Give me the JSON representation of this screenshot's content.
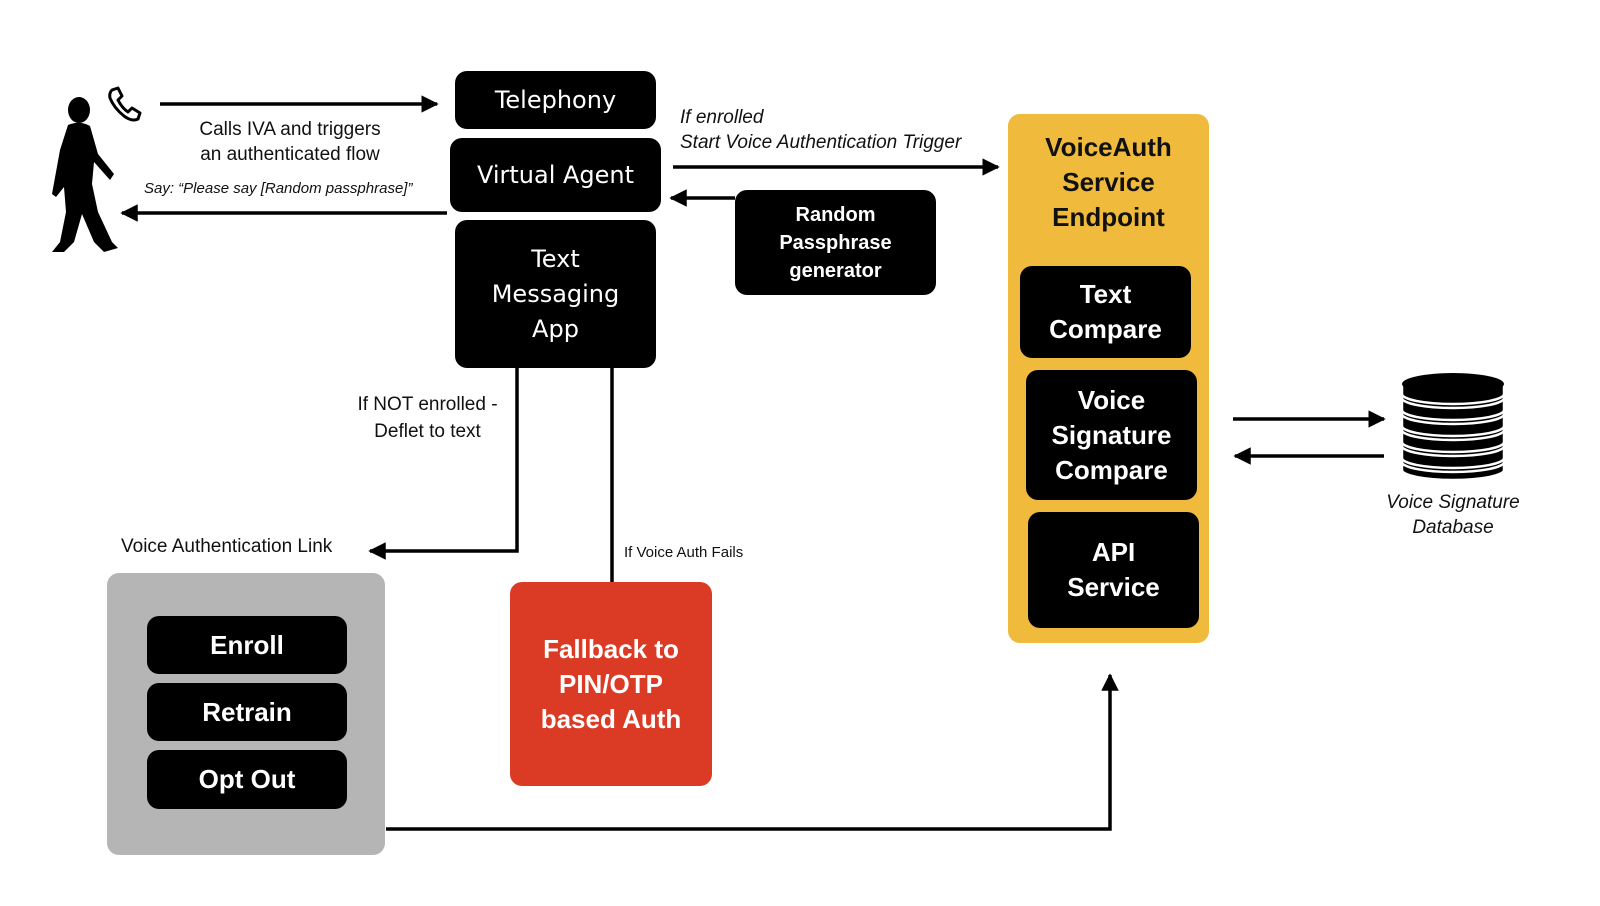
{
  "diagram": {
    "user": {
      "icon": "person-walking-icon",
      "phone_icon": "phone-icon"
    },
    "edges": {
      "user_to_telephony": {
        "label_line1": "Calls IVA and triggers",
        "label_line2": "an authenticated flow"
      },
      "agent_to_user": {
        "label": "Say: “Please say [Random passphrase]”"
      },
      "agent_to_voiceauth": {
        "label_line1": "If enrolled",
        "label_line2": "Start Voice Authentication Trigger"
      },
      "not_enrolled": {
        "label_line1": "If NOT enrolled -",
        "label_line2": "Deflet to text"
      },
      "voice_auth_link": {
        "label": "Voice Authentication Link"
      },
      "voice_auth_fails": {
        "label": "If Voice Auth Fails"
      }
    },
    "nodes": {
      "telephony": {
        "label": "Telephony"
      },
      "virtual_agent": {
        "label": "Virtual Agent"
      },
      "text_messaging_app": {
        "lines": [
          "Text",
          "Messaging",
          "App"
        ]
      },
      "random_passphrase": {
        "lines": [
          "Random",
          "Passphrase",
          "generator"
        ]
      },
      "voiceauth_endpoint": {
        "title_lines": [
          "VoiceAuth",
          "Service",
          "Endpoint"
        ],
        "color": "#F0BA3C",
        "components": [
          {
            "lines": [
              "Text",
              "Compare"
            ]
          },
          {
            "lines": [
              "Voice",
              "Signature",
              "Compare"
            ]
          },
          {
            "lines": [
              "API",
              "Service"
            ]
          }
        ]
      },
      "database": {
        "icon": "database-icon",
        "label_line1": "Voice Signature",
        "label_line2": "Database"
      },
      "enrollment_panel": {
        "color": "#B5B5B5",
        "actions": [
          "Enroll",
          "Retrain",
          "Opt Out"
        ]
      },
      "fallback": {
        "lines": [
          "Fallback to",
          "PIN/OTP",
          "based Auth"
        ],
        "color": "#DB3A25"
      }
    }
  }
}
